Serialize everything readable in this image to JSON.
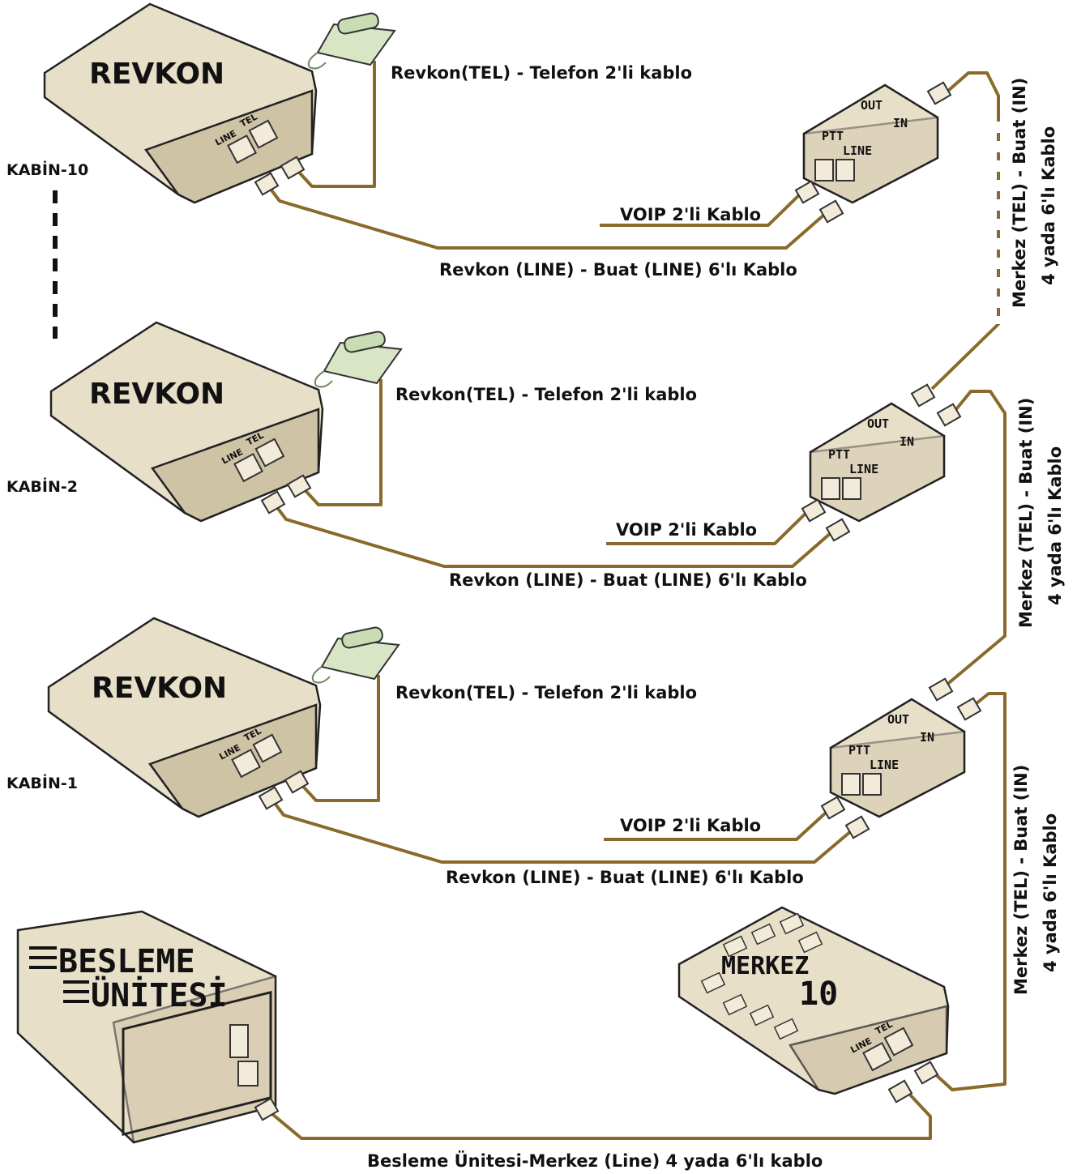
{
  "kabins": [
    {
      "label": "KABİN-10",
      "device_name": "REVKON",
      "port_line": "LINE",
      "port_tel": "TEL",
      "phone_cable": "Revkon(TEL) - Telefon 2'li kablo",
      "voip_cable": "VOIP 2'li Kablo",
      "line_cable": "Revkon (LINE) - Buat (LINE) 6'lı Kablo",
      "box": {
        "out": "OUT",
        "in": "IN",
        "ptt": "PTT",
        "line": "LINE"
      },
      "trunk_cable_1": "Merkez (TEL) - Buat (IN)",
      "trunk_cable_2": "4 yada 6'lı Kablo"
    },
    {
      "label": "KABİN-2",
      "device_name": "REVKON",
      "port_line": "LINE",
      "port_tel": "TEL",
      "phone_cable": "Revkon(TEL) - Telefon 2'li kablo",
      "voip_cable": "VOIP 2'li Kablo",
      "line_cable": "Revkon (LINE) - Buat (LINE) 6'lı Kablo",
      "box": {
        "out": "OUT",
        "in": "IN",
        "ptt": "PTT",
        "line": "LINE"
      },
      "trunk_cable_1": "Merkez (TEL) - Buat (IN)",
      "trunk_cable_2": "4 yada 6'lı Kablo"
    },
    {
      "label": "KABİN-1",
      "device_name": "REVKON",
      "port_line": "LINE",
      "port_tel": "TEL",
      "phone_cable": "Revkon(TEL) - Telefon 2'li kablo",
      "voip_cable": "VOIP 2'li Kablo",
      "line_cable": "Revkon (LINE) - Buat (LINE) 6'lı Kablo",
      "box": {
        "out": "OUT",
        "in": "IN",
        "ptt": "PTT",
        "line": "LINE"
      },
      "trunk_cable_1": "Merkez (TEL) - Buat (IN)",
      "trunk_cable_2": "4 yada 6'lı Kablo"
    }
  ],
  "power_unit": {
    "line1": "BESLEME",
    "line2": "ÜNİTESİ"
  },
  "center": {
    "line1": "MERKEZ",
    "line2": "10",
    "port_line": "LINE",
    "port_tel": "TEL"
  },
  "power_cable": "Besleme Ünitesi-Merkez (Line) 4 yada 6'lı kablo",
  "colors": {
    "cable": "#8a6a2a",
    "device": "#e8dfc9",
    "phone": "#d8e6c6"
  }
}
